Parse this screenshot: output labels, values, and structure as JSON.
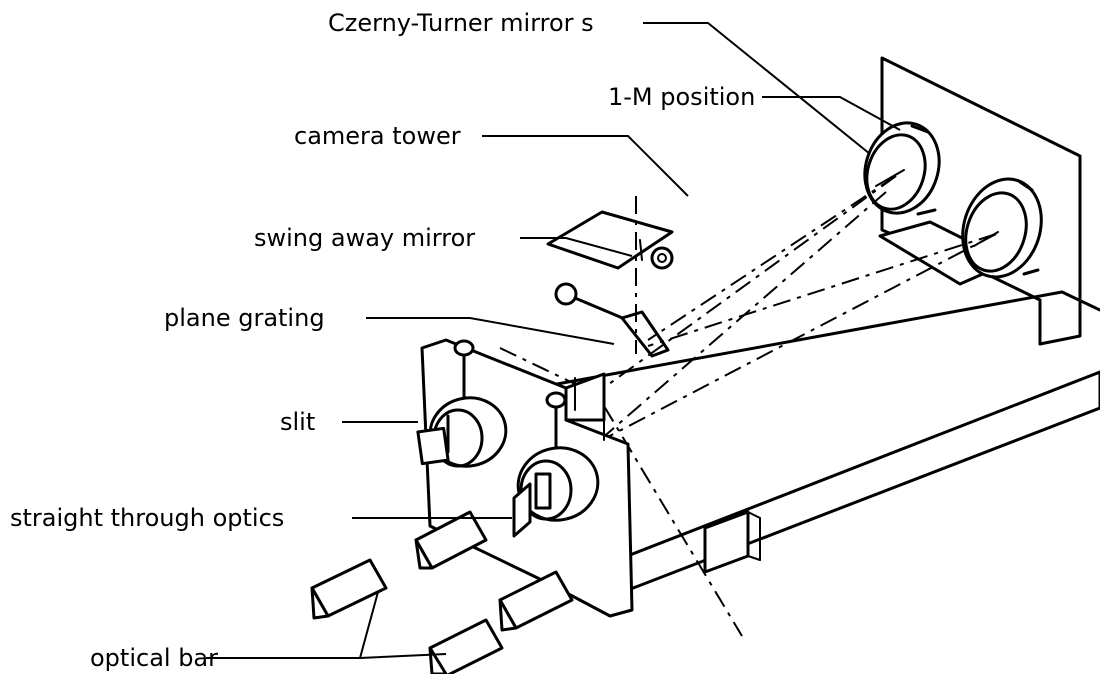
{
  "diagram": {
    "labels": {
      "czerny_turner_mirrors": "Czerny-Turner mirror s",
      "one_m_position": "1-M position",
      "camera_tower": "camera tower",
      "swing_away_mirror": "swing away mirror",
      "plane_grating": "plane grating",
      "slit": "slit",
      "straight_through_optics": "straight through optics",
      "optical_bar": "optical bar"
    }
  }
}
